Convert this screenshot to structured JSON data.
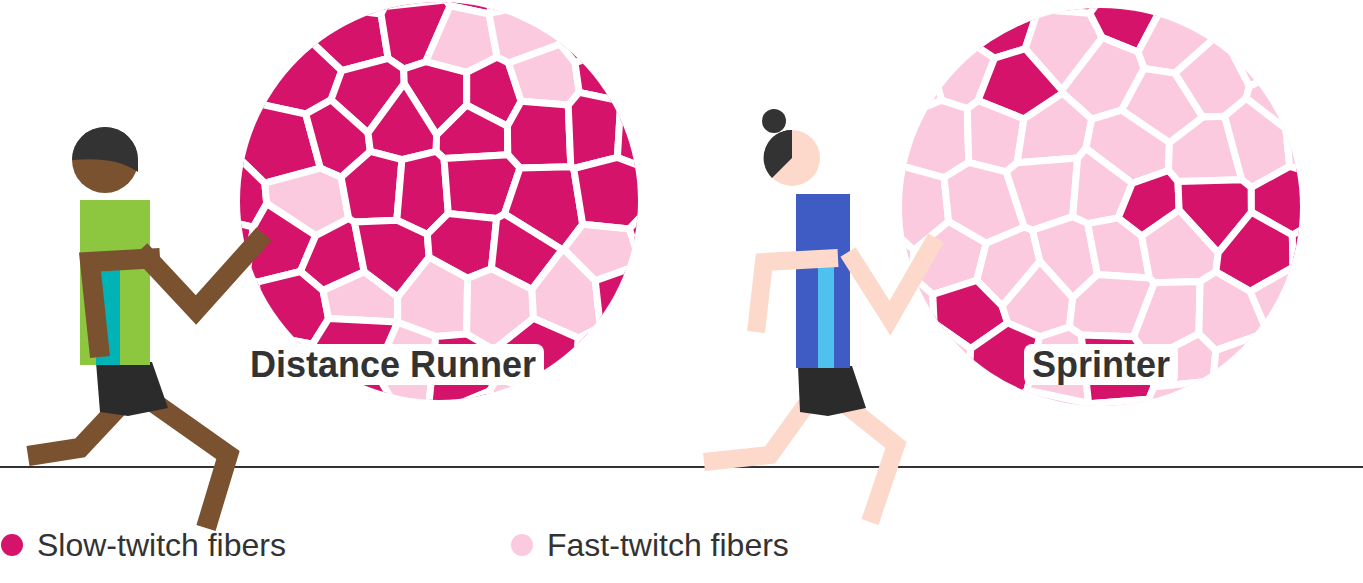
{
  "diagram": {
    "nodes": [
      {
        "text": [
          "Distance Runner"
        ]
      },
      {
        "text": [
          "Sprinter"
        ]
      }
    ],
    "legend": [
      {
        "text": "Slow-twitch fibers",
        "color": "#D6136B"
      },
      {
        "text": "Fast-twitch fibers",
        "color": "#FCCADF"
      }
    ]
  }
}
